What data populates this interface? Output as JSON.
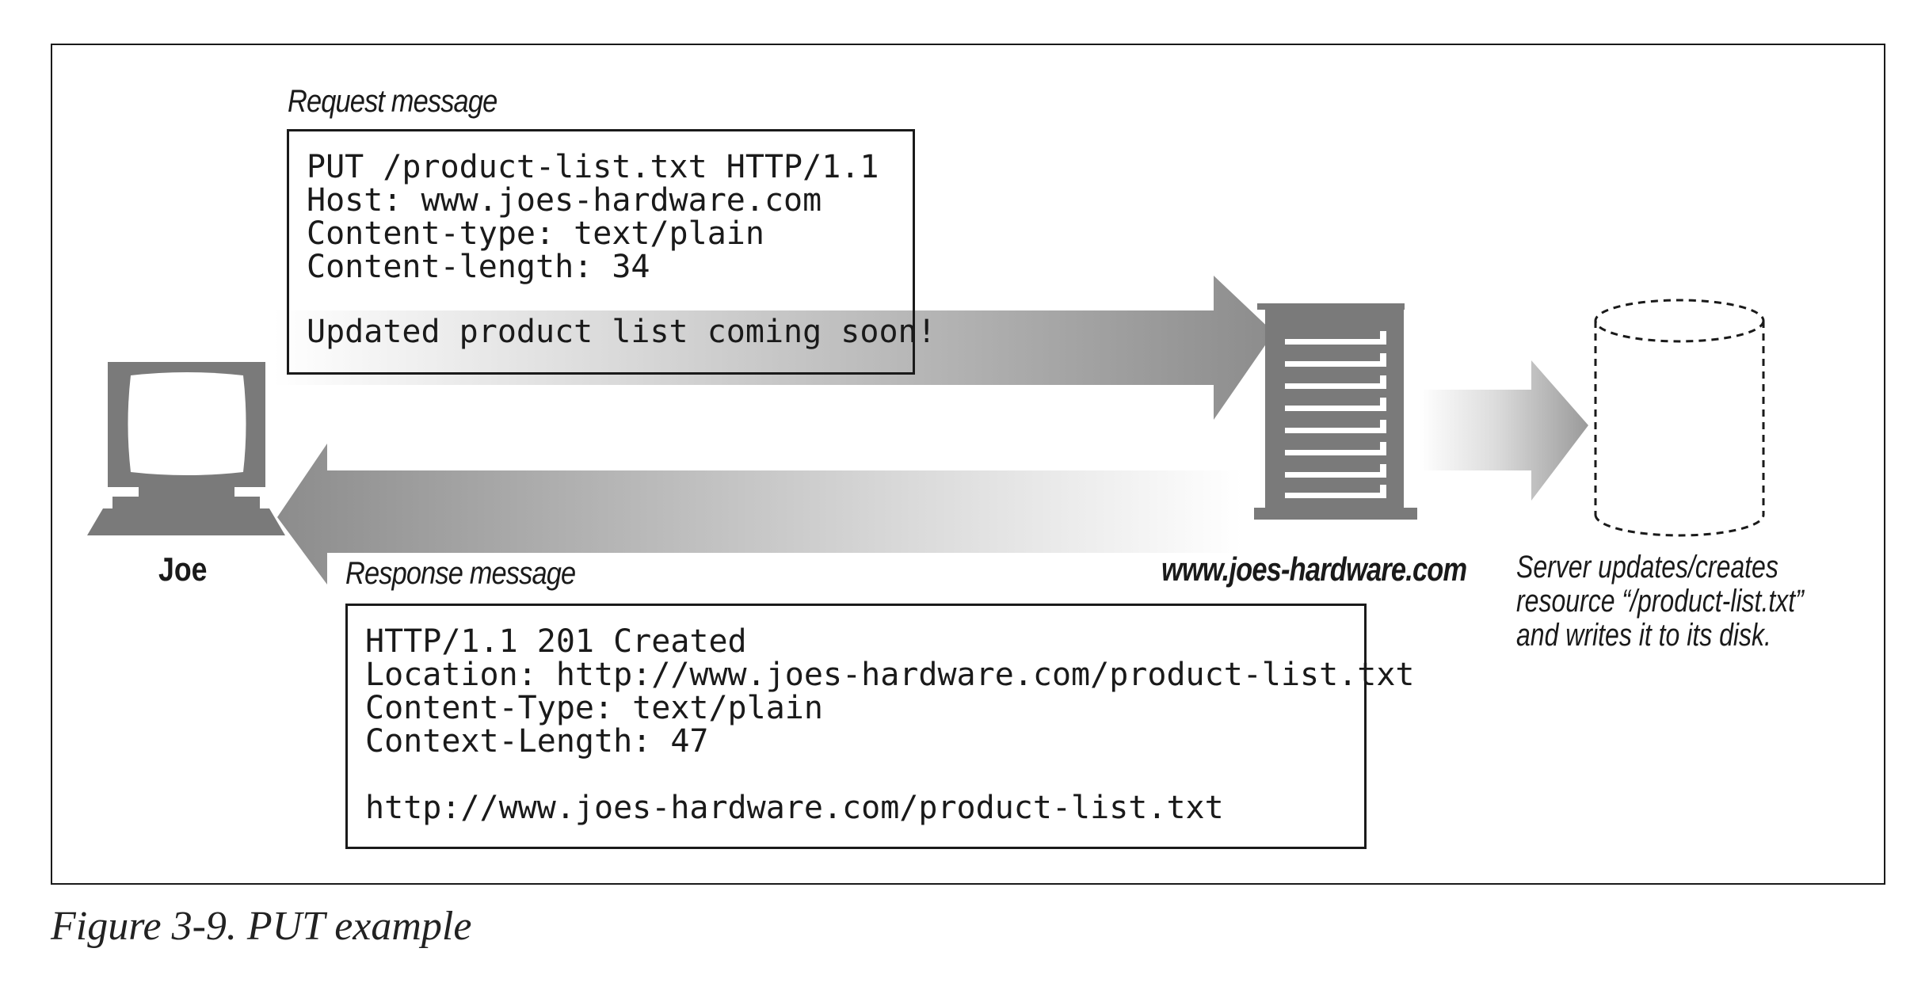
{
  "request": {
    "title": "Request message",
    "lines": [
      "PUT /product-list.txt HTTP/1.1",
      "Host: www.joes-hardware.com",
      "Content-type: text/plain",
      "Content-length: 34"
    ],
    "body": "Updated product list coming soon!"
  },
  "response": {
    "title": "Response message",
    "lines": [
      "HTTP/1.1 201 Created",
      "Location: http://www.joes-hardware.com/product-list.txt",
      "Content-Type: text/plain",
      "Context-Length: 47"
    ],
    "body": "http://www.joes-hardware.com/product-list.txt"
  },
  "client": {
    "label": "Joe",
    "icon": "computer-icon"
  },
  "server": {
    "label": "www.joes-hardware.com",
    "icon": "server-icon"
  },
  "disk": {
    "icon": "disk-icon",
    "note_lines": [
      "Server updates/creates",
      "resource “/product-list.txt”",
      "and writes it to its disk."
    ]
  },
  "caption": "Figure 3-9. PUT example",
  "colors": {
    "ink": "#1a1a1a",
    "icon_gray": "#7a7a7a",
    "arrow_gray": "#8a8a8a"
  }
}
